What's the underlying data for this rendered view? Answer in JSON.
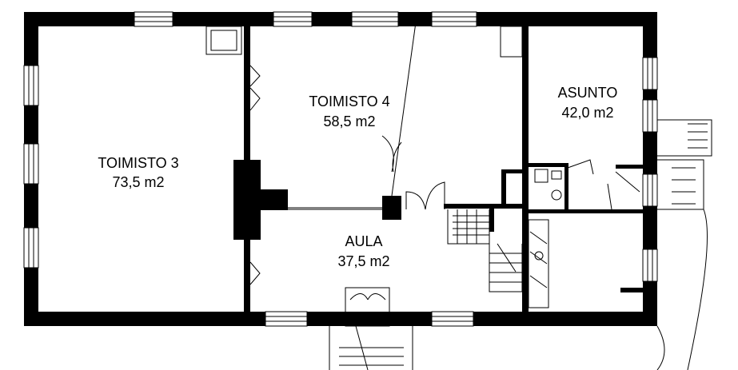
{
  "rooms": [
    {
      "name": "TOIMISTO 3",
      "area": "73,5 m2"
    },
    {
      "name": "TOIMISTO 4",
      "area": "58,5 m2"
    },
    {
      "name": "ASUNTO",
      "area": "42,0 m2"
    },
    {
      "name": "AULA",
      "area": "37,5 m2"
    }
  ],
  "colors": {
    "wall": "#000000",
    "line": "#000000",
    "background": "#ffffff",
    "window_fill": "#ffffff"
  }
}
